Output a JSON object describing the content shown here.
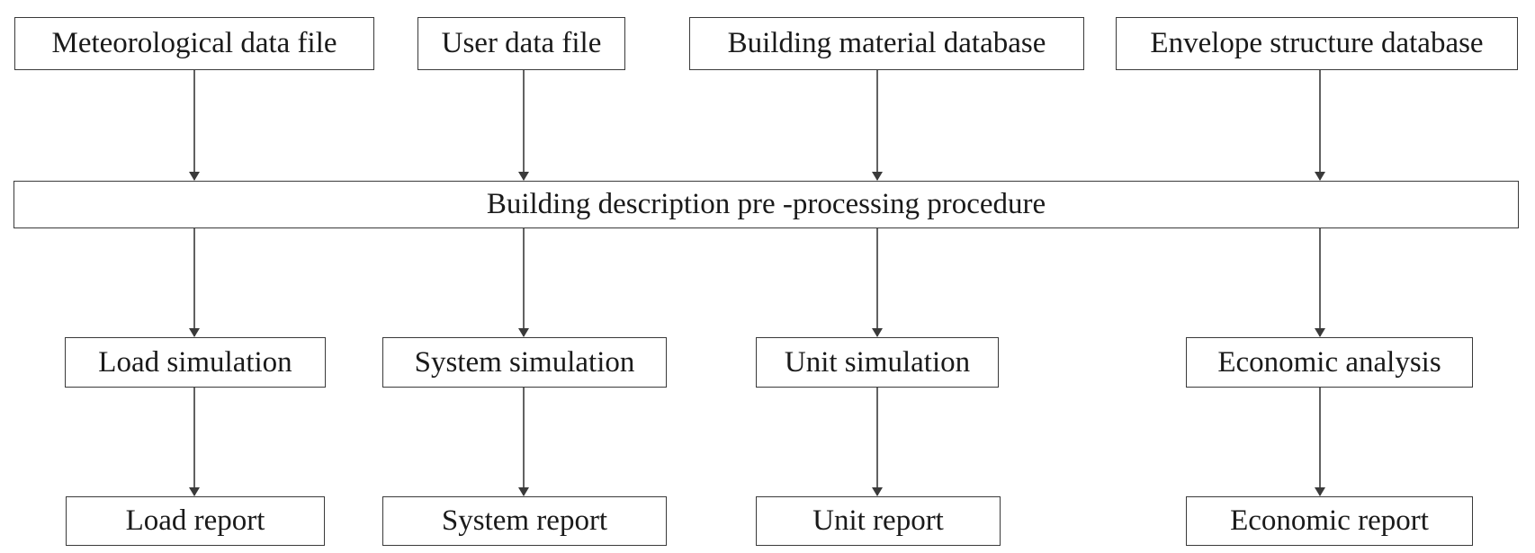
{
  "inputs": {
    "meteorological": "Meteorological data file",
    "user_data": "User data file",
    "building_material": "Building material database",
    "envelope_structure": "Envelope structure database"
  },
  "preprocess": {
    "label": "Building description pre -processing procedure"
  },
  "simulations": {
    "load": "Load simulation",
    "system": "System simulation",
    "unit": "Unit simulation",
    "economic": "Economic analysis"
  },
  "reports": {
    "load": "Load report",
    "system": "System report",
    "unit": "Unit report",
    "economic": "Economic report"
  },
  "colors": {
    "stroke": "#3a3a3a",
    "text": "#1a1a1a",
    "background": "#ffffff"
  }
}
